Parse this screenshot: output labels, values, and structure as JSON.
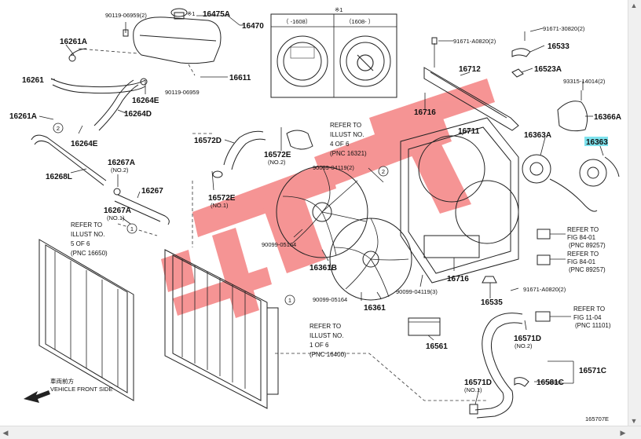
{
  "header_note": "※1",
  "cap_left_label": "（ -1608）",
  "cap_right_label": "（1608- ）",
  "diagram_code": "165707E",
  "highlight_color": "#7fe3ee",
  "watermark_color": "#f26b6b",
  "labels": {
    "p90119_06959_2": "90119-06959(2)",
    "p16475A": "16475A",
    "note1": "※1",
    "p16470": "16470",
    "p16261A_top": "16261A",
    "p16261": "16261",
    "p16264E_top": "16264E",
    "p90119_06959": "90119-06959",
    "p16611": "16611",
    "p16261A_mid": "16261A",
    "p16264D": "16264D",
    "p16264E_mid": "16264E",
    "p16268L": "16268L",
    "p16267A_2": "16267A",
    "no2_a": "(NO.2)",
    "p16267": "16267",
    "p16267A_1": "16267A",
    "no1_a": "(NO.1)",
    "p16572D": "16572D",
    "p16572E_top": "16572E",
    "no2_b": "(NO.2)",
    "p16572E_low": "16572E",
    "no1_b": "(NO.1)",
    "p90099_04119_2": "90099-04119(2)",
    "p90099_05164_a": "90099-05164",
    "p16361B": "16361B",
    "p90099_05164_b": "90099-05164",
    "p16361": "16361",
    "p16712": "16712",
    "p91671_A0820_2a": "91671-A0820(2)",
    "p16716_a": "16716",
    "p16711": "16711",
    "p16716_b": "16716",
    "p90099_04119_3": "90099-04119(3)",
    "p16535": "16535",
    "p91671_A0820_2b": "91671-A0820(2)",
    "p91671_30820_2": "91671-30820(2)",
    "p16533": "16533",
    "p16523A": "16523A",
    "p93315_14014_2": "93315-14014(2)",
    "p16366A": "16366A",
    "p16363A": "16363A",
    "p16363": "16363",
    "p16561": "16561",
    "p16571D_a": "16571D",
    "no2_c": "(NO.2)",
    "p16571C": "16571C",
    "p16581C": "16581C",
    "p16571D_b": "16571D",
    "no1_c": "(NO.1)",
    "front_cn": "車両前方",
    "front_en": "VEHICLE FRONT SIDE"
  },
  "refs": {
    "r1": [
      "REFER TO",
      "ILLUST NO.",
      "4 OF 6",
      "(PNC 16321)"
    ],
    "r2": [
      "REFER TO",
      "ILLUST NO.",
      "5 OF 6",
      "(PNC 16650)"
    ],
    "r3": [
      "REFER TO",
      "ILLUST NO.",
      "1 OF 6",
      "(PNC 16400)"
    ],
    "r4": [
      "REFER TO",
      "FIG 84-01",
      "(PNC 89257)"
    ],
    "r5": [
      "REFER TO",
      "FIG 84-01",
      "(PNC 89257)"
    ],
    "r6": [
      "REFER TO",
      "FIG 11-04",
      "(PNC 11101)"
    ]
  },
  "circle_markers": {
    "m2a": "2",
    "m2b": "2",
    "m1a": "1",
    "m1b": "1"
  },
  "scroll": {
    "up": "▲",
    "down": "▼",
    "left": "◀",
    "right": "▶"
  }
}
